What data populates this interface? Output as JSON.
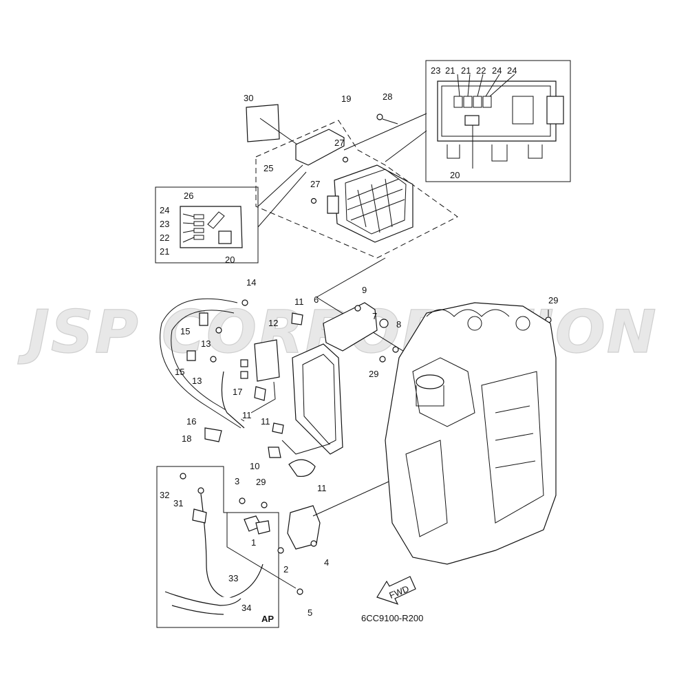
{
  "watermark": "JSP CORPORATION",
  "drawing_code": "6CC9100-R200",
  "fwd_label": "FWD",
  "ap_label": "AP",
  "callouts": {
    "c30": "30",
    "c19": "19",
    "c28": "28",
    "c27a": "27",
    "c27b": "27",
    "c25": "25",
    "c26": "26",
    "c24a": "24",
    "c23a": "23",
    "c22a": "22",
    "c21a": "21",
    "c20a": "20",
    "c23b": "23",
    "c21b": "21",
    "c21c": "21",
    "c22b": "22",
    "c24b": "24",
    "c24c": "24",
    "c20b": "20",
    "c14": "14",
    "c11a": "11",
    "c9": "9",
    "c7": "7",
    "c8": "8",
    "c29a": "29",
    "c29b": "29",
    "c6": "6",
    "c12": "12",
    "c15a": "15",
    "c13a": "13",
    "c15b": "15",
    "c13b": "13",
    "c17": "17",
    "c16": "16",
    "c11b": "11",
    "c18": "18",
    "c11c": "11",
    "c10": "10",
    "c11d": "11",
    "c32": "32",
    "c31": "31",
    "c3": "3",
    "c29c": "29",
    "c1": "1",
    "c2": "2",
    "c4": "4",
    "c33": "33",
    "c34": "34",
    "c5": "5"
  }
}
